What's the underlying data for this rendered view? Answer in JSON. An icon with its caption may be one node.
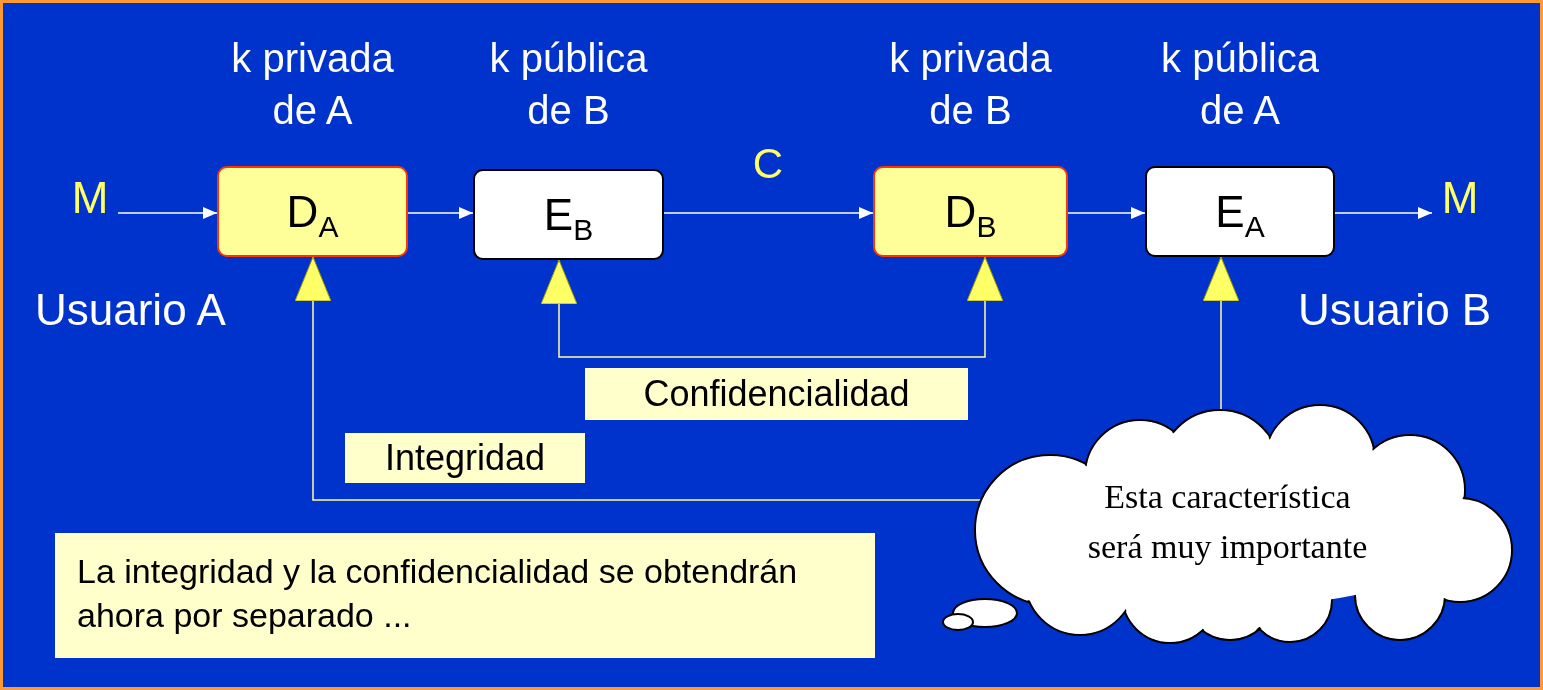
{
  "diagram": {
    "nodes": [
      {
        "text": [
          "M"
        ]
      },
      {
        "text": [
          "D$_{A}$"
        ],
        "beside": [
          "k privada de A"
        ]
      },
      {
        "text": [
          "E$_{B}$"
        ],
        "beside": [
          "k pública de B"
        ]
      },
      {
        "text": [
          "D$_{B}$"
        ],
        "beside": [
          "k privada de B"
        ]
      },
      {
        "text": [
          "E$_{A}$"
        ],
        "beside": [
          "k pública de A"
        ]
      },
      {
        "text": [
          "M"
        ]
      },
      {
        "text": [
          "Esta característica será muy importante"
        ]
      },
      {
        "text": [
          "La integridad y la confidencialidad se obtendrán ahora por separado ..."
        ]
      }
    ],
    "edges": [
      {
        "from": 0,
        "to": 1,
        "arrow": "to"
      },
      {
        "from": 1,
        "to": 2,
        "arrow": "to"
      },
      {
        "from": 2,
        "to": 3,
        "arrow": "to",
        "label": "C"
      },
      {
        "from": 3,
        "to": 4,
        "arrow": "to"
      },
      {
        "from": 4,
        "to": 5,
        "arrow": "to"
      },
      {
        "from": 2,
        "to": 3,
        "arrow": "both",
        "label": "Confidencialidad",
        "color": "#ffff99"
      },
      {
        "from": 6,
        "to": 1,
        "arrow": "to",
        "label": "Integridad",
        "color": "#ffff99"
      },
      {
        "from": 6,
        "to": 4,
        "arrow": "to",
        "color": "#ffff99"
      }
    ],
    "labels": [
      "Usuario A",
      "Usuario B"
    ]
  }
}
